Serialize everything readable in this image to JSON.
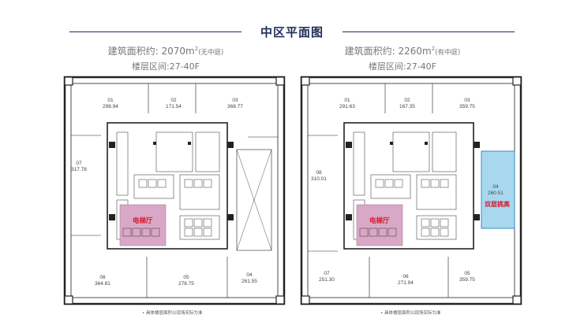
{
  "title": "中区平面图",
  "colors": {
    "navy": "#1f2d5a",
    "lobby": "#d9a8c6",
    "double_height": "#a8d8ef",
    "red": "#d3182b"
  },
  "left": {
    "area_prefix": "建筑面积约: 2070m",
    "area_sup": "2",
    "area_suffix": "(无中庭)",
    "floors": "楼层区间:27-40F",
    "units": [
      {
        "id": "01",
        "area": "298.94"
      },
      {
        "id": "02",
        "area": "171.54"
      },
      {
        "id": "03",
        "area": "368.77"
      },
      {
        "id": "07",
        "area": "317.78"
      },
      {
        "id": "06",
        "area": "364.81"
      },
      {
        "id": "05",
        "area": "278.75"
      },
      {
        "id": "04",
        "area": "261.55"
      }
    ],
    "lobby_label": "电梯厅",
    "note": "• 具体楼层面积以现场实际为准"
  },
  "right": {
    "area_prefix": "建筑面积约: 2260m",
    "area_sup": "2",
    "area_suffix": "(有中庭)",
    "floors": "楼层区间:27-40F",
    "units": [
      {
        "id": "01",
        "area": "291.63"
      },
      {
        "id": "02",
        "area": "167.35"
      },
      {
        "id": "03",
        "area": "359.75"
      },
      {
        "id": "08",
        "area": "310.01"
      },
      {
        "id": "04",
        "area": "260.51"
      },
      {
        "id": "07",
        "area": "251.30"
      },
      {
        "id": "06",
        "area": "271.94"
      },
      {
        "id": "05",
        "area": "359.75"
      }
    ],
    "lobby_label": "电梯厅",
    "double_height_label": "双层挑高",
    "note": "• 具体楼层面积以现场实际为准"
  }
}
